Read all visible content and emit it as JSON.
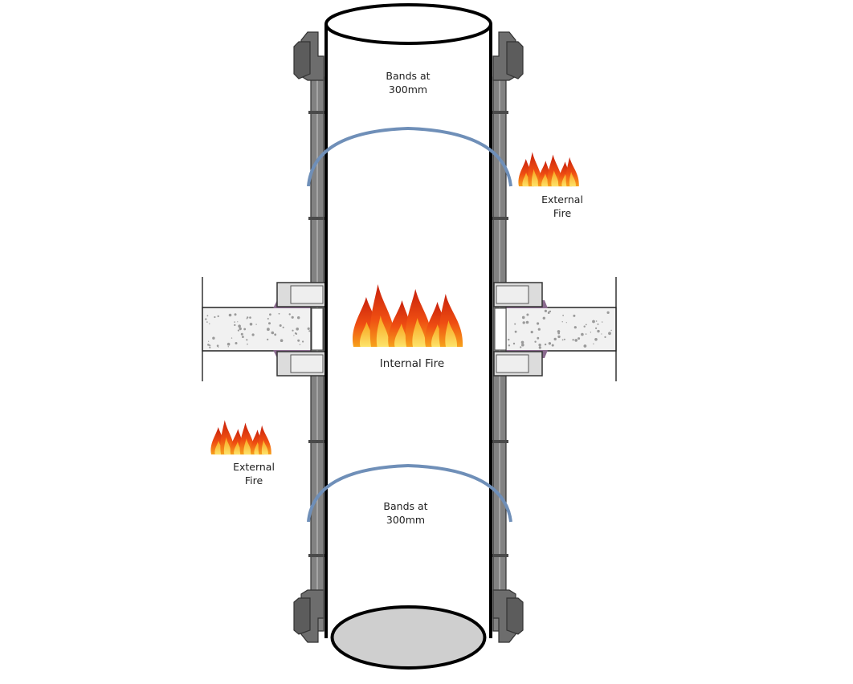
{
  "labels": {
    "band_top": [
      "Bands at",
      "300mm"
    ],
    "band_bottom": [
      "Bands at",
      "300mm"
    ],
    "internal_fire": "Internal Fire",
    "external_fire_right": [
      "External",
      "Fire"
    ],
    "external_fire_left": [
      "External",
      "Fire"
    ]
  },
  "colors": {
    "background": "#ffffff",
    "pipe_wall": "#828282",
    "pipe_dark": "#5c5c5c",
    "outline": "#000000",
    "band": "#6f8fb8",
    "slab_fill": "#f1f1f1",
    "slab_speckle": "#9a9a9a",
    "collar_fill": "#dcdcdc",
    "seal": "#8a6a8e",
    "pipe_end": "#cfcfcf",
    "flame_outer": "#f7a21b",
    "flame_mid": "#ef4e12",
    "flame_inner": "#fcd94a"
  }
}
